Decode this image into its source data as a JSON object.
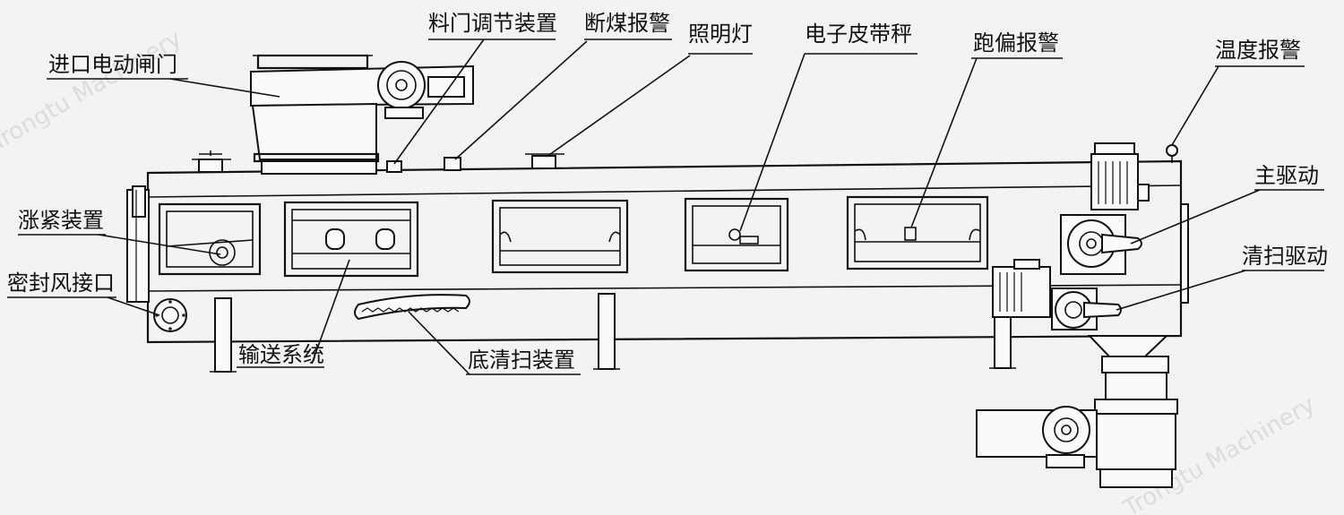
{
  "labels": {
    "inlet_gate": "进口电动闸门",
    "material_gate": "料门调节装置",
    "coal_break_alarm": "断煤报警",
    "lighting": "照明灯",
    "belt_scale": "电子皮带秤",
    "deviation_alarm": "跑偏报警",
    "temperature_alarm": "温度报警",
    "tensioner": "涨紧装置",
    "main_drive": "主驱动",
    "seal_air_port": "密封风接口",
    "cleaning_drive": "清扫驱动",
    "conveying_system": "输送系统",
    "bottom_cleaning": "底清扫装置"
  },
  "watermarks": [
    "Trongtu Machinery",
    "Trongtu Machinery"
  ],
  "colors": {
    "background": "#f3f3f3",
    "line": "#111111"
  }
}
